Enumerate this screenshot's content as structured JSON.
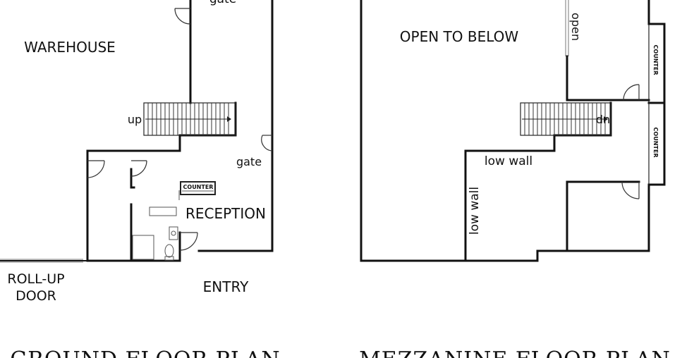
{
  "ground": {
    "title": "GROUND FLOOR PLAN",
    "rooms": {
      "warehouse": "WAREHOUSE",
      "reception": "RECEPTION",
      "entry": "ENTRY",
      "rollup_line1": "ROLL-UP",
      "rollup_line2": "DOOR"
    },
    "notes": {
      "gate_top": "gate",
      "gate": "gate",
      "stairs": "up",
      "counter": "COUNTER"
    }
  },
  "mezzanine": {
    "title": "MEZZANINE FLOOR PLAN",
    "rooms": {
      "open_to_below": "OPEN TO BELOW"
    },
    "notes": {
      "open": "open",
      "stairs": "dn",
      "low_wall_h": "low wall",
      "low_wall_v": "low wall",
      "counter_top": "COUNTER",
      "counter_bottom": "COUNTER"
    }
  },
  "colors": {
    "wall": "#111111",
    "fixture": "#555555",
    "background": "#ffffff"
  }
}
